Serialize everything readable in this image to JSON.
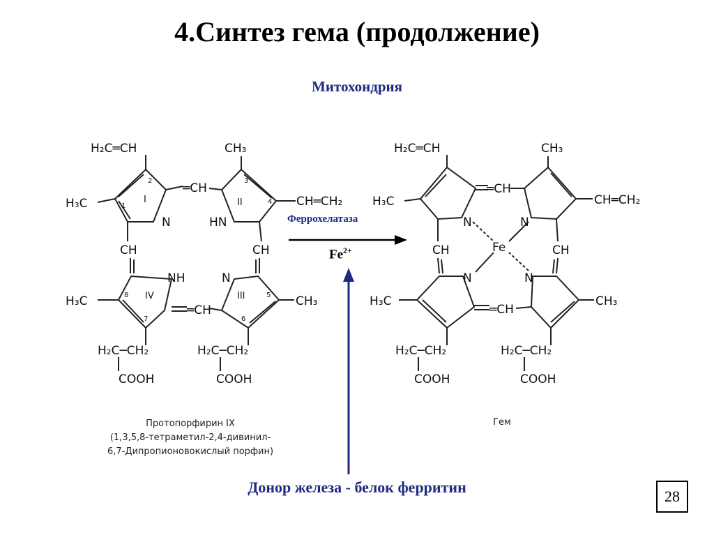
{
  "title": "4.Синтез гема (продолжение)",
  "location": "Митохондрия",
  "enzyme": "Феррохелатаза",
  "cofactor": {
    "base": "Fe",
    "charge": "2+"
  },
  "donor": "Донор железа - белок ферритин",
  "page_number": "28",
  "colors": {
    "accent_blue": "#1f2a80",
    "text": "#000000"
  },
  "left_molecule": {
    "name": "Протопорфирин IX",
    "description_line1": "(1,3,5,8-тетраметил-2,4-дивинил-",
    "description_line2": "6,7-Дипропионовокислый  порфин)",
    "labels": {
      "vinyl_top": "H₂C═CH",
      "vinyl_side": "CH═CH₂",
      "methyl_r": "CH₃",
      "methyl_l": "H₃C",
      "meso_ch": "═CH",
      "meso_ch2": "CH",
      "n": "N",
      "hn": "HN",
      "nh": "NH",
      "propionate_top": "H₂C─CH₂",
      "cooh": "COOH"
    },
    "rings": [
      "I",
      "II",
      "III",
      "IV"
    ],
    "positions": [
      "1",
      "2",
      "3",
      "4",
      "5",
      "6",
      "7",
      "8"
    ]
  },
  "right_molecule": {
    "name": "Гем",
    "labels": {
      "vinyl_top": "H₂C═CH",
      "vinyl_side": "CH═CH₂",
      "methyl_r": "CH₃",
      "methyl_l": "H₃C",
      "meso_ch": "═CH",
      "meso_ch2": "CH",
      "n": "N",
      "fe": "Fe",
      "propionate_top": "H₂C─CH₂",
      "cooh": "COOH"
    }
  }
}
